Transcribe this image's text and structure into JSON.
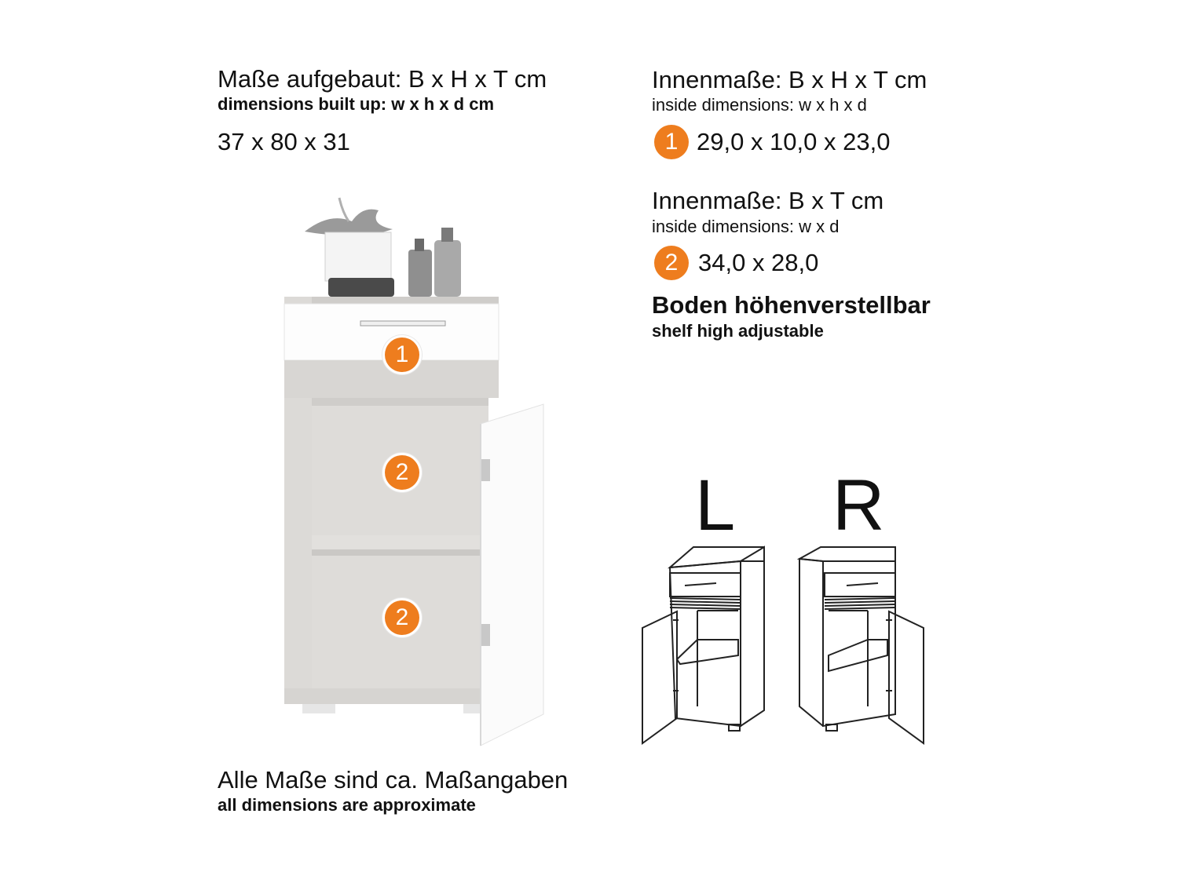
{
  "left_block": {
    "title": "Maße aufgebaut: B x H x T cm",
    "subtitle": "dimensions built up: w x h x d cm",
    "value": "37 x 80 x 31"
  },
  "inside_1": {
    "title": "Innenmaße: B x H x T cm",
    "subtitle": "inside dimensions: w x h x d",
    "badge": "1",
    "value": "29,0 x 10,0 x 23,0"
  },
  "inside_2": {
    "title": "Innenmaße: B x T cm",
    "subtitle": "inside dimensions: w x d",
    "badge": "2",
    "value": "34,0 x 28,0"
  },
  "shelf": {
    "title": "Boden höhenverstellbar",
    "subtitle": "shelf high adjustable"
  },
  "product_badges": [
    "1",
    "2",
    "2"
  ],
  "orientation": {
    "left_label": "L",
    "right_label": "R"
  },
  "footer": {
    "title": "Alle Maße sind ca. Maßangaben",
    "subtitle": "all dimensions are approximate"
  },
  "colors": {
    "badge": "#ee7d1e",
    "text": "#111111",
    "cabinet_wood": "#d9d7d4",
    "cabinet_white": "#fdfdfd"
  }
}
